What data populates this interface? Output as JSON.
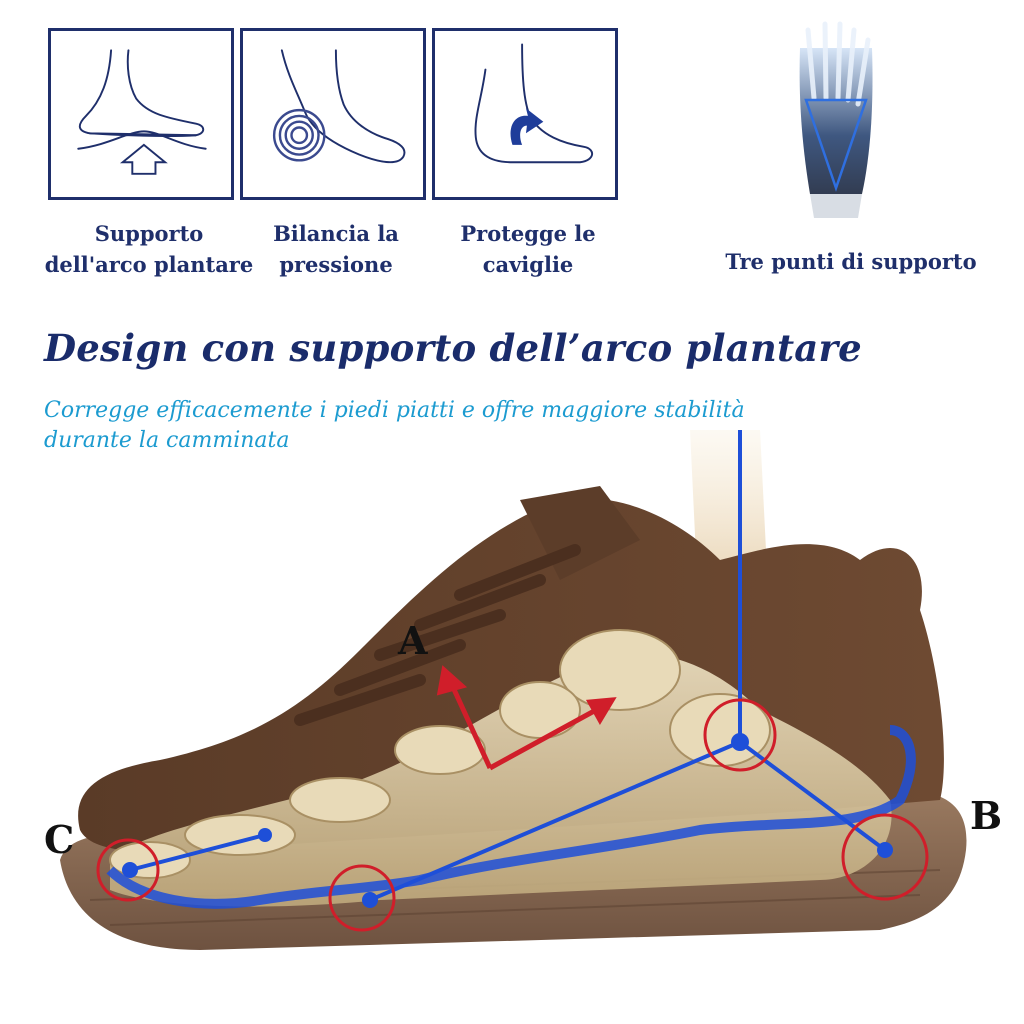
{
  "features": [
    {
      "id": "arch",
      "lines": [
        "Supporto",
        "dell'arco plantare"
      ],
      "icon": "foot-arch-support-icon"
    },
    {
      "id": "pressure",
      "lines": [
        "Bilancia la",
        "pressione"
      ],
      "icon": "heel-pressure-icon"
    },
    {
      "id": "ankle",
      "lines": [
        "Protegge le",
        "caviglie"
      ],
      "icon": "ankle-protection-icon"
    }
  ],
  "three_points": {
    "label": "Tre punti di supporto",
    "icon": "foot-xray-icon"
  },
  "title": "Design con supporto dell’arco plantare",
  "subtitle_lines": [
    "Corregge efficacemente i piedi piatti e offre maggiore stabilità",
    "durante la camminata"
  ],
  "support_points": {
    "a": "A",
    "b": "B",
    "c": "C"
  },
  "colors": {
    "title": "#1a2c6b",
    "subtitle": "#1c9bd0",
    "box_border": "#1f2f6b",
    "support_line": "#1e4fd8",
    "marker": "#d01e2a",
    "shoe": "#6b4a33"
  }
}
